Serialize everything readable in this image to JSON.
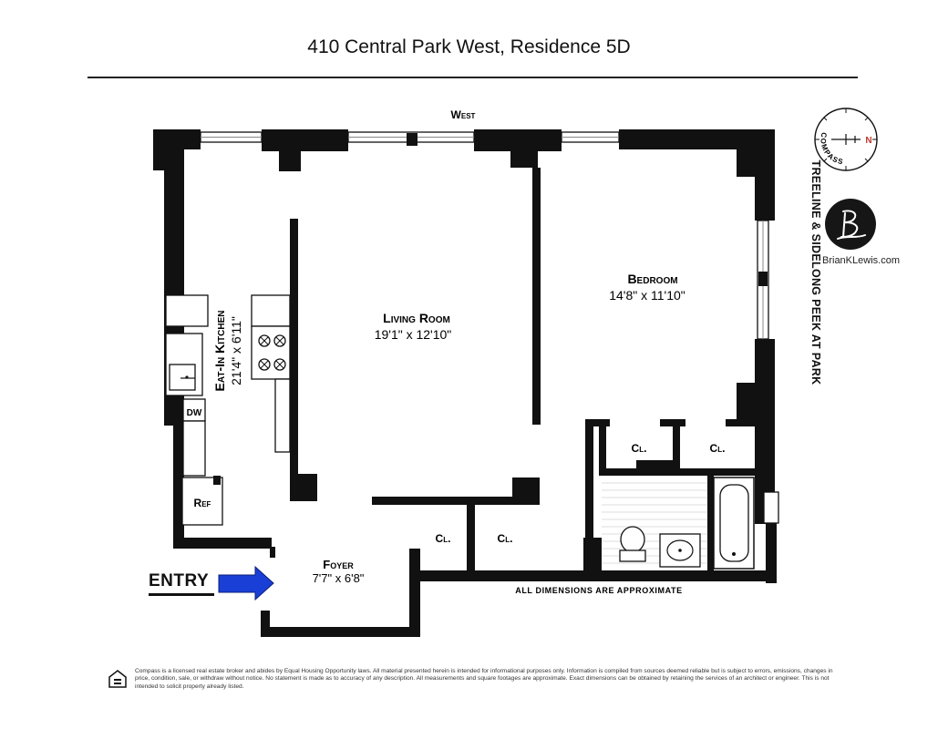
{
  "header": {
    "title": "410 Central Park West, Residence 5D"
  },
  "orientation": {
    "west_label": "West"
  },
  "side_note": "TREELINE & SIDELONG PEEK AT PARK",
  "compass": {
    "label": "COMPASS",
    "north": "N"
  },
  "brand": {
    "name": "BrianKLewis.com"
  },
  "rooms": {
    "living": {
      "name": "Living Room",
      "dims": "19'1\" x 12'10\""
    },
    "bedroom": {
      "name": "Bedroom",
      "dims": "14'8\" x 11'10\""
    },
    "kitchen": {
      "name": "Eat-In Kitchen",
      "dims": "21'4\" x 6'11\""
    },
    "foyer": {
      "name": "Foyer",
      "dims": "7'7\" x 6'8\""
    }
  },
  "fixtures": {
    "dw": "DW",
    "ref": "Ref",
    "closet": "Cl."
  },
  "entry": {
    "label": "ENTRY"
  },
  "approx_note": "ALL DIMENSIONS ARE APPROXIMATE",
  "disclaimer": "Compass is a licensed real estate broker and abides by Equal Housing Opportunity laws. All material presented herein is intended for informational purposes only. Information is compiled from sources deemed reliable but is subject to errors, emissions, changes in price, condition, sale, or withdraw without notice. No statement is made as to accuracy of any description. All measurements and square footages are approximate. Exact dimensions can be obtained by retaining the services of an architect or engineer. This is not intended to solicit property already listed."
}
